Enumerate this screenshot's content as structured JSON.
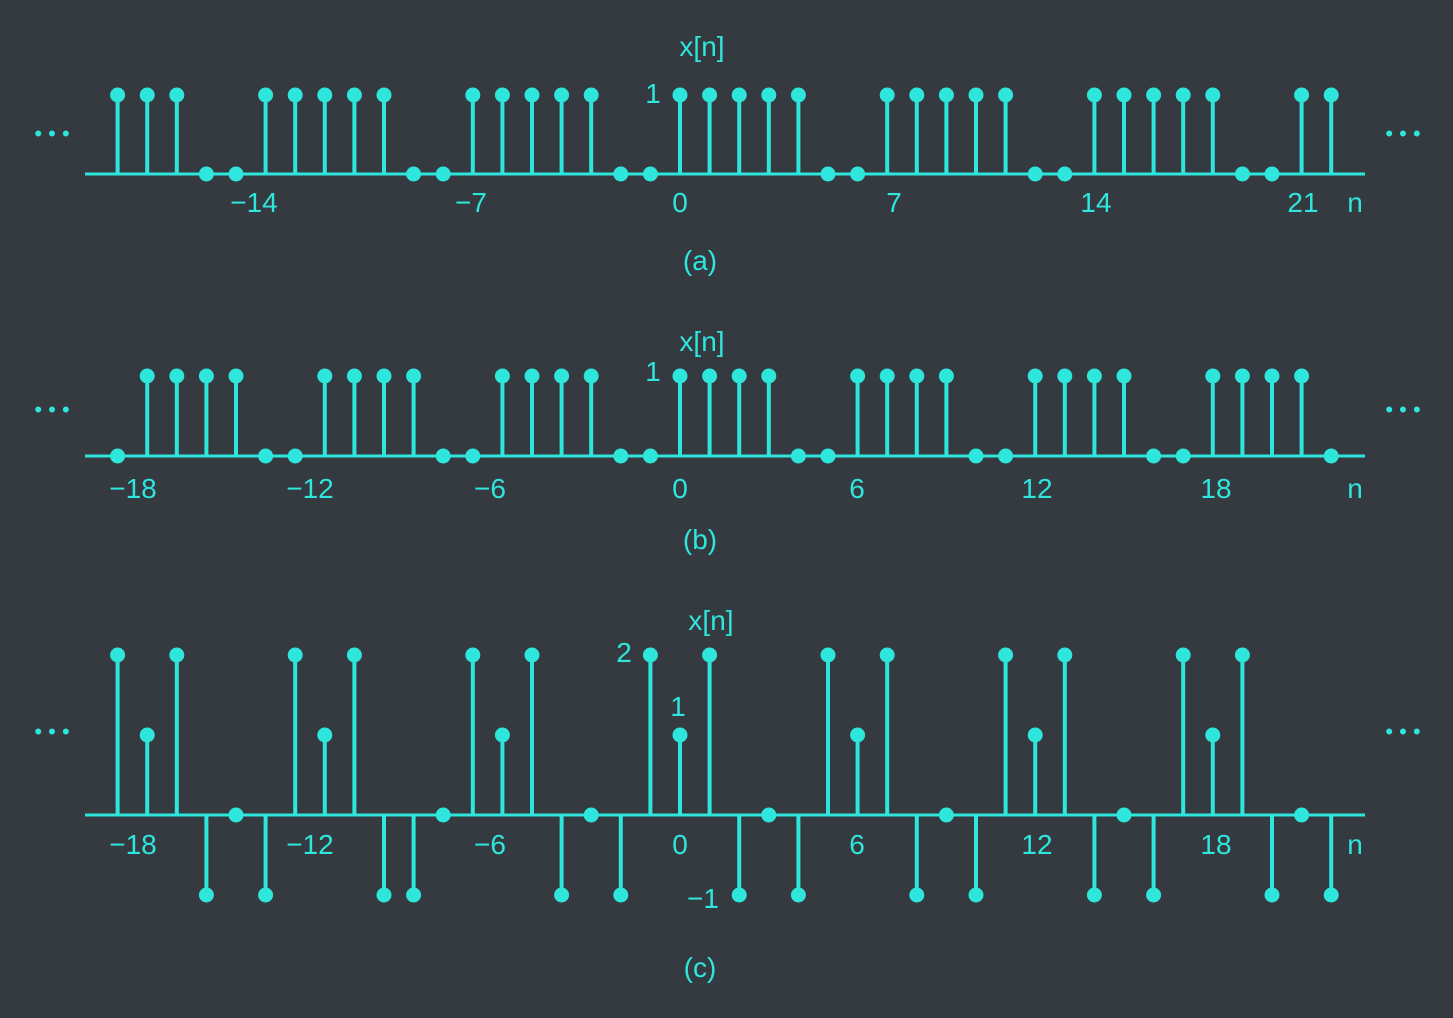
{
  "colors": {
    "background": "#343a40",
    "stem": "#2ee6dc"
  },
  "ellipsis": "• • •",
  "chart_data": [
    {
      "type": "stem",
      "panel": "a",
      "caption": "(a)",
      "ylabel": "x[n]",
      "xlabel": "n",
      "period": 7,
      "xlim": [
        -19,
        22
      ],
      "ytick_labels": [
        {
          "value": 1,
          "label": "1"
        }
      ],
      "xtick_labels": [
        {
          "value": -14,
          "label": "−14"
        },
        {
          "value": -7,
          "label": "−7"
        },
        {
          "value": 0,
          "label": "0"
        },
        {
          "value": 7,
          "label": "7"
        },
        {
          "value": 14,
          "label": "14"
        },
        {
          "value": 21,
          "label": "21"
        }
      ],
      "n": [
        -19,
        -18,
        -17,
        -16,
        -15,
        -14,
        -13,
        -12,
        -11,
        -10,
        -9,
        -8,
        -7,
        -6,
        -5,
        -4,
        -3,
        -2,
        -1,
        0,
        1,
        2,
        3,
        4,
        5,
        6,
        7,
        8,
        9,
        10,
        11,
        12,
        13,
        14,
        15,
        16,
        17,
        18,
        19,
        20,
        21,
        22
      ],
      "values": [
        1,
        1,
        1,
        0,
        0,
        1,
        1,
        1,
        1,
        1,
        0,
        0,
        1,
        1,
        1,
        1,
        1,
        0,
        0,
        1,
        1,
        1,
        1,
        1,
        0,
        0,
        1,
        1,
        1,
        1,
        1,
        0,
        0,
        1,
        1,
        1,
        1,
        1,
        0,
        0,
        1,
        1
      ]
    },
    {
      "type": "stem",
      "panel": "b",
      "caption": "(b)",
      "ylabel": "x[n]",
      "xlabel": "n",
      "period": 6,
      "xlim": [
        -19,
        22
      ],
      "ytick_labels": [
        {
          "value": 1,
          "label": "1"
        }
      ],
      "xtick_labels": [
        {
          "value": -18,
          "label": "−18"
        },
        {
          "value": -12,
          "label": "−12"
        },
        {
          "value": -6,
          "label": "−6"
        },
        {
          "value": 0,
          "label": "0"
        },
        {
          "value": 6,
          "label": "6"
        },
        {
          "value": 12,
          "label": "12"
        },
        {
          "value": 18,
          "label": "18"
        }
      ],
      "n": [
        -19,
        -18,
        -17,
        -16,
        -15,
        -14,
        -13,
        -12,
        -11,
        -10,
        -9,
        -8,
        -7,
        -6,
        -5,
        -4,
        -3,
        -2,
        -1,
        0,
        1,
        2,
        3,
        4,
        5,
        6,
        7,
        8,
        9,
        10,
        11,
        12,
        13,
        14,
        15,
        16,
        17,
        18,
        19,
        20,
        21,
        22
      ],
      "values": [
        0,
        1,
        1,
        1,
        1,
        0,
        0,
        1,
        1,
        1,
        1,
        0,
        0,
        1,
        1,
        1,
        1,
        0,
        0,
        1,
        1,
        1,
        1,
        0,
        0,
        1,
        1,
        1,
        1,
        0,
        0,
        1,
        1,
        1,
        1,
        0,
        0,
        1,
        1,
        1,
        1,
        0
      ]
    },
    {
      "type": "stem",
      "panel": "c",
      "caption": "(c)",
      "ylabel": "x[n]",
      "xlabel": "n",
      "period": 6,
      "xlim": [
        -19,
        22
      ],
      "ytick_labels": [
        {
          "value": 2,
          "label": "2"
        },
        {
          "value": 1,
          "label": "1"
        },
        {
          "value": -1,
          "label": "−1"
        }
      ],
      "xtick_labels": [
        {
          "value": -18,
          "label": "−18"
        },
        {
          "value": -12,
          "label": "−12"
        },
        {
          "value": -6,
          "label": "−6"
        },
        {
          "value": 0,
          "label": "0"
        },
        {
          "value": 6,
          "label": "6"
        },
        {
          "value": 12,
          "label": "12"
        },
        {
          "value": 18,
          "label": "18"
        }
      ],
      "n": [
        -19,
        -18,
        -17,
        -16,
        -15,
        -14,
        -13,
        -12,
        -11,
        -10,
        -9,
        -8,
        -7,
        -6,
        -5,
        -4,
        -3,
        -2,
        -1,
        0,
        1,
        2,
        3,
        4,
        5,
        6,
        7,
        8,
        9,
        10,
        11,
        12,
        13,
        14,
        15,
        16,
        17,
        18,
        19,
        20,
        21,
        22
      ],
      "values": [
        2,
        1,
        2,
        -1,
        0,
        -1,
        2,
        1,
        2,
        -1,
        -1,
        0,
        2,
        1,
        2,
        -1,
        0,
        -1,
        2,
        1,
        2,
        -1,
        0,
        -1,
        2,
        1,
        2,
        -1,
        0,
        -1,
        2,
        1,
        2,
        -1,
        0,
        -1,
        2,
        1,
        2,
        -1,
        0,
        -1
      ]
    }
  ]
}
